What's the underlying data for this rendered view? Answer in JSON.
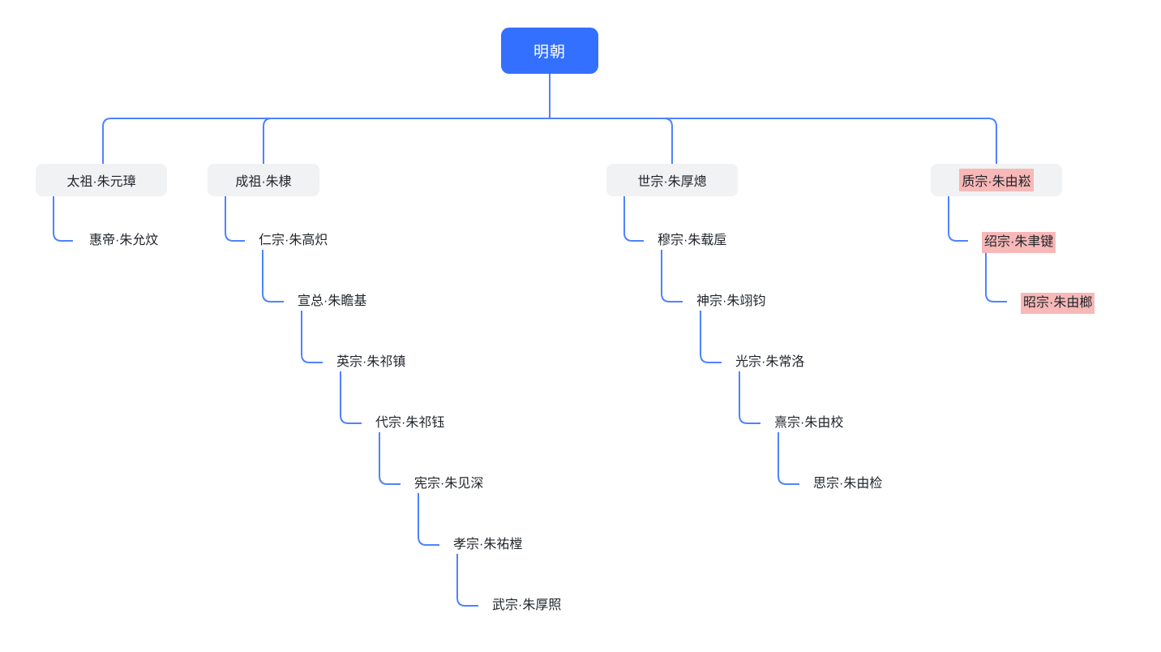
{
  "canvas": {
    "background": "#ffffff"
  },
  "colors": {
    "root_node_bg": "#3370ff",
    "root_node_text": "#ffffff",
    "connector_line": "#4e83fd",
    "branch_node_bg": "#f1f2f4",
    "node_text": "#1f2329",
    "highlight_bg": "#f7b8b7"
  },
  "mindmap": {
    "root": {
      "label": "明朝"
    },
    "branches": [
      {
        "label": "太祖·朱元璋",
        "highlight": false,
        "children": [
          {
            "label": "惠帝·朱允炆",
            "highlight": false
          }
        ]
      },
      {
        "label": "成祖·朱棣",
        "highlight": false,
        "children": [
          {
            "label": "仁宗·朱高炽",
            "highlight": false
          },
          {
            "label": "宣总·朱瞻基",
            "highlight": false
          },
          {
            "label": "英宗·朱祁镇",
            "highlight": false
          },
          {
            "label": "代宗·朱祁钰",
            "highlight": false
          },
          {
            "label": "宪宗·朱见深",
            "highlight": false
          },
          {
            "label": "孝宗·朱祐樘",
            "highlight": false
          },
          {
            "label": "武宗·朱厚照",
            "highlight": false
          }
        ]
      },
      {
        "label": "世宗·朱厚熜",
        "highlight": false,
        "children": [
          {
            "label": "穆宗·朱载垕",
            "highlight": false
          },
          {
            "label": "神宗·朱翊钧",
            "highlight": false
          },
          {
            "label": "光宗·朱常洛",
            "highlight": false
          },
          {
            "label": "熹宗·朱由校",
            "highlight": false
          },
          {
            "label": "思宗·朱由检",
            "highlight": false
          }
        ]
      },
      {
        "label": "质宗·朱由崧",
        "highlight": true,
        "children": [
          {
            "label": "绍宗·朱聿键",
            "highlight": true
          },
          {
            "label": "昭宗·朱由榔",
            "highlight": true
          }
        ]
      }
    ]
  }
}
